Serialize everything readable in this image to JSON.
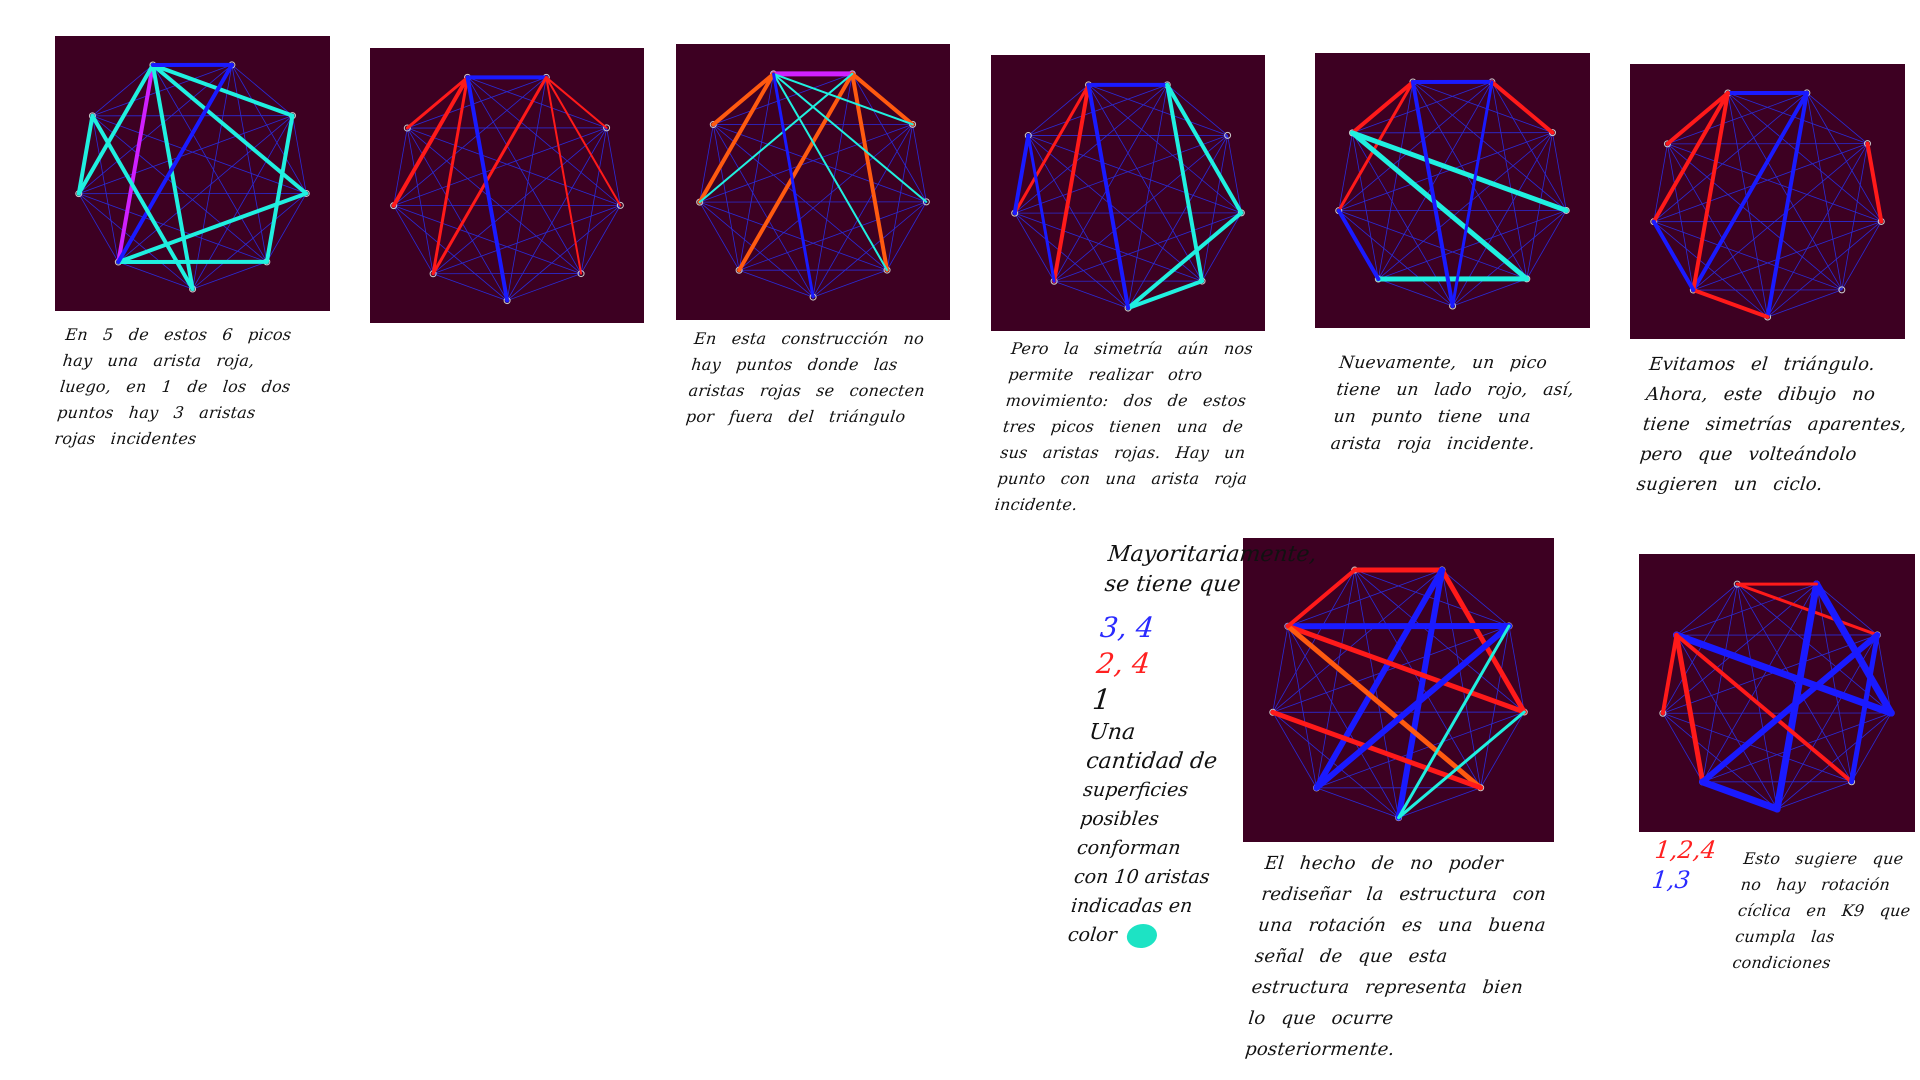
{
  "notes": {
    "n1": "En 5 de estos 6 picos hay una arista roja, luego, en 1 de los dos puntos hay 3 aristas rojas incidentes",
    "n3": "En esta construcción no hay puntos donde las aristas rojas se conecten por fuera del triángulo",
    "n4": "Pero la simetría aún nos permite realizar otro movimiento: dos de estos tres picos tienen una de sus aristas rojas. Hay un punto con una arista roja incidente.",
    "n5": "Nuevamente, un pico tiene un lado rojo, así, un punto tiene una arista roja incidente.",
    "n6": "Evitamos el triángulo. Ahora, este dibujo no tiene simetrías aparentes, pero que volteándolo sugieren un ciclo.",
    "n7": "El hecho de no poder rediseñar la estructura con una rotación es una buena señal de que esta estructura representa bien lo que ocurre posteriormente.",
    "n8": "Esto sugiere que no hay rotación cíclica en K9 que cumpla las condiciones"
  },
  "side": {
    "line1": "Mayoritariamente,",
    "line2": "se tiene que",
    "v1": "3, 4",
    "v2": "2, 4",
    "v3": "1",
    "t1": "Una cantidad de",
    "t2": "superficies",
    "t3": "posibles conforman",
    "t4": "con 10 aristas",
    "t5": "indicadas en",
    "t6": "color"
  },
  "legend": {
    "red": "1,2,4",
    "blue": "1,3"
  },
  "colors": {
    "panel_bg": "#3d0022",
    "blue": "#1a1aff",
    "red": "#ff1a1a",
    "cyan": "#20f0e0",
    "magenta": "#d020ff",
    "orange": "#ff5a10",
    "green_cyan": "#1de3c4"
  }
}
